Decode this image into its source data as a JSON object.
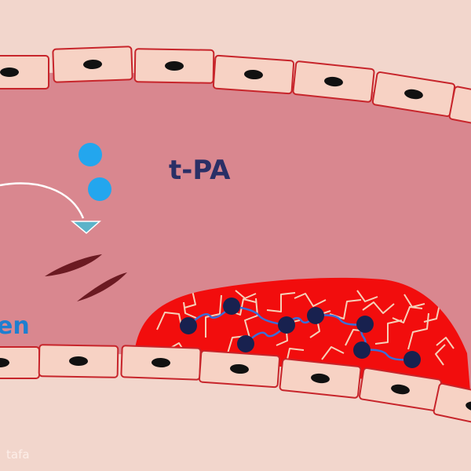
{
  "labels": {
    "tpa": "t-PA",
    "partial_word": "en",
    "watermark": "tafa"
  },
  "colors": {
    "background": "#f2d6cc",
    "vessel_lumen": "#d9878f",
    "endothelial_cell_fill": "#f7d2c4",
    "endothelial_cell_border": "#c7252b",
    "nucleus": "#111111",
    "clot": "#f20d0d",
    "fibrin_strands": "#f6d0b8",
    "plasminogen_beads": "#18214f",
    "bead_links": "#3a6fd8",
    "tpa_molecules": "#23a6ee",
    "arrow": "#ffffff",
    "arrow_head": "#5bb3c9",
    "inactive_fragments": "#6b1a22"
  },
  "icons": {
    "arrow": "curved-arrow-icon"
  }
}
